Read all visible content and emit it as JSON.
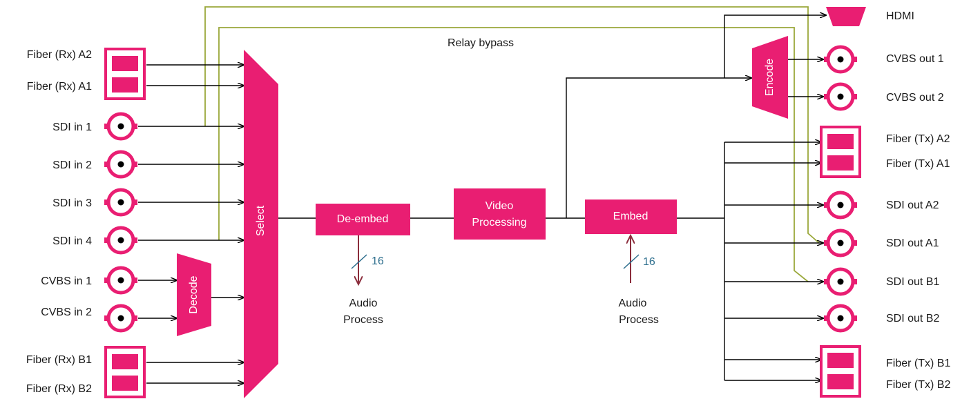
{
  "colors": {
    "magenta": "#e91e72",
    "wire": "#000000",
    "bypass": "#9aa83a",
    "audio": "#8b2d3c",
    "count": "#2e6f8e"
  },
  "inputs": {
    "fiber_rx_a2": "Fiber (Rx) A2",
    "fiber_rx_a1": "Fiber (Rx) A1",
    "sdi_in_1": "SDI in 1",
    "sdi_in_2": "SDI in 2",
    "sdi_in_3": "SDI in 3",
    "sdi_in_4": "SDI in 4",
    "cvbs_in_1": "CVBS in 1",
    "cvbs_in_2": "CVBS in 2",
    "fiber_rx_b1": "Fiber (Rx) B1",
    "fiber_rx_b2": "Fiber (Rx) B2"
  },
  "outputs": {
    "hdmi": "HDMI",
    "cvbs_out_1": "CVBS out 1",
    "cvbs_out_2": "CVBS out 2",
    "fiber_tx_a2": "Fiber (Tx) A2",
    "fiber_tx_a1": "Fiber (Tx) A1",
    "sdi_out_a2": "SDI out A2",
    "sdi_out_a1": "SDI out A1",
    "sdi_out_b1": "SDI out B1",
    "sdi_out_b2": "SDI out B2",
    "fiber_tx_b1": "Fiber (Tx) B1",
    "fiber_tx_b2": "Fiber (Tx) B2"
  },
  "blocks": {
    "select": "Select",
    "decode": "Decode",
    "encode": "Encode",
    "deembed": "De-embed",
    "video_line1": "Video",
    "video_line2": "Processing",
    "embed": "Embed"
  },
  "audio": {
    "channel_count": "16",
    "label_line1": "Audio",
    "label_line2": "Process"
  },
  "relay_bypass": "Relay bypass",
  "icons": {
    "input_connector": "bnc-connector-icon",
    "fiber": "fiber-module-icon",
    "hdmi": "hdmi-connector-icon"
  }
}
